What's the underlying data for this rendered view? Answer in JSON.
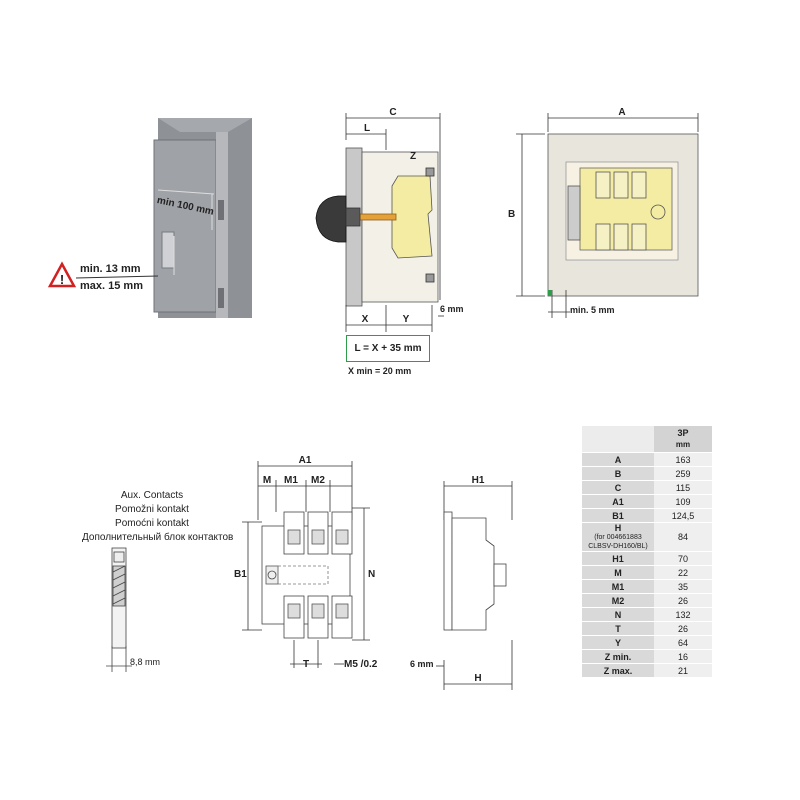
{
  "door_photo": {
    "min_distance": "min 100 mm",
    "thickness_min": "min. 13 mm",
    "thickness_max": "max. 15 mm"
  },
  "side_view": {
    "dim_c": "C",
    "dim_l": "L",
    "dim_z": "Z",
    "dim_x": "X",
    "dim_y": "Y",
    "dim_6mm": "6 mm",
    "formula": "L = X + 35 mm",
    "x_min": "X min = 20 mm"
  },
  "front_view": {
    "dim_a": "A",
    "dim_b": "B",
    "min_5mm": "min. 5 mm"
  },
  "aux": {
    "lines": [
      "Aux. Contacts",
      "Pomožni kontakt",
      "Pomoćni kontakt",
      "Дополнительный блок контактов"
    ],
    "width": "8,8 mm"
  },
  "switch_front": {
    "dim_a1": "A1",
    "dim_m": "M",
    "dim_m1": "M1",
    "dim_m2": "M2",
    "dim_b1": "B1",
    "dim_n": "N",
    "dim_t": "T",
    "dim_m5": "M5 /0.2"
  },
  "switch_side": {
    "dim_h1": "H1",
    "dim_h": "H",
    "dim_6mm": "6 mm"
  },
  "table": {
    "header_value": "3P",
    "header_unit": "mm",
    "rows": [
      {
        "k": "A",
        "v": "163"
      },
      {
        "k": "B",
        "v": "259"
      },
      {
        "k": "C",
        "v": "115"
      },
      {
        "k": "A1",
        "v": "109"
      },
      {
        "k": "B1",
        "v": "124,5"
      },
      {
        "k": "H",
        "note": "(for 004661883",
        "note2": "CLBSV-DH160/BL)",
        "v": "84"
      },
      {
        "k": "H1",
        "v": "70"
      },
      {
        "k": "M",
        "v": "22"
      },
      {
        "k": "M1",
        "v": "35"
      },
      {
        "k": "M2",
        "v": "26"
      },
      {
        "k": "N",
        "v": "132"
      },
      {
        "k": "T",
        "v": "26"
      },
      {
        "k": "Y",
        "v": "64"
      },
      {
        "k": "Z min.",
        "v": "16"
      },
      {
        "k": "Z max.",
        "v": "21"
      }
    ]
  }
}
